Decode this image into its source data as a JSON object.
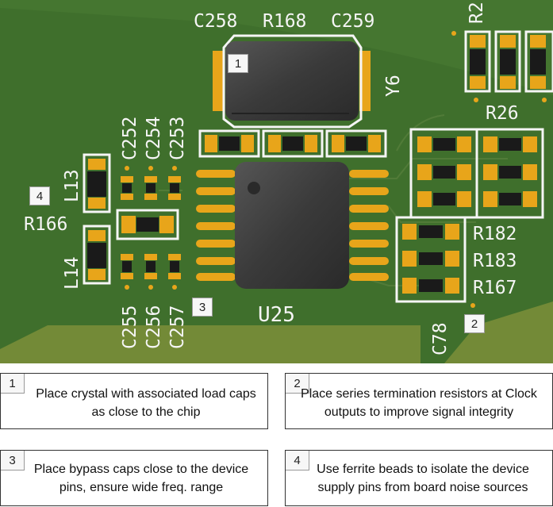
{
  "board": {
    "refdes": {
      "c258": "C258",
      "r168": "R168",
      "c259": "C259",
      "y6": "Y6",
      "r2x": "R2",
      "r26": "R26",
      "c252": "C252",
      "c254": "C254",
      "c253": "C253",
      "l13": "L13",
      "r166": "R166",
      "l14": "L14",
      "c255": "C255",
      "c256": "C256",
      "c257": "C257",
      "u25": "U25",
      "r182": "R182",
      "r183": "R183",
      "r167": "R167",
      "c78": "C78"
    },
    "markers": {
      "m1": "1",
      "m2": "2",
      "m3": "3",
      "m4": "4"
    }
  },
  "notes": [
    {
      "num": "1",
      "text": "Place crystal with associated load caps as close to the chip"
    },
    {
      "num": "2",
      "text": "Place series termination resistors at Clock outputs to improve signal integrity"
    },
    {
      "num": "3",
      "text": "Place bypass caps close to the device pins, ensure wide freq. range"
    },
    {
      "num": "4",
      "text": "Use ferrite beads to isolate the device supply pins from board noise sources"
    }
  ],
  "colors": {
    "board": "#3f6f2c",
    "pad": "#e8a51a",
    "silk": "#f5f5f5",
    "chip": "#3a3a3a"
  }
}
